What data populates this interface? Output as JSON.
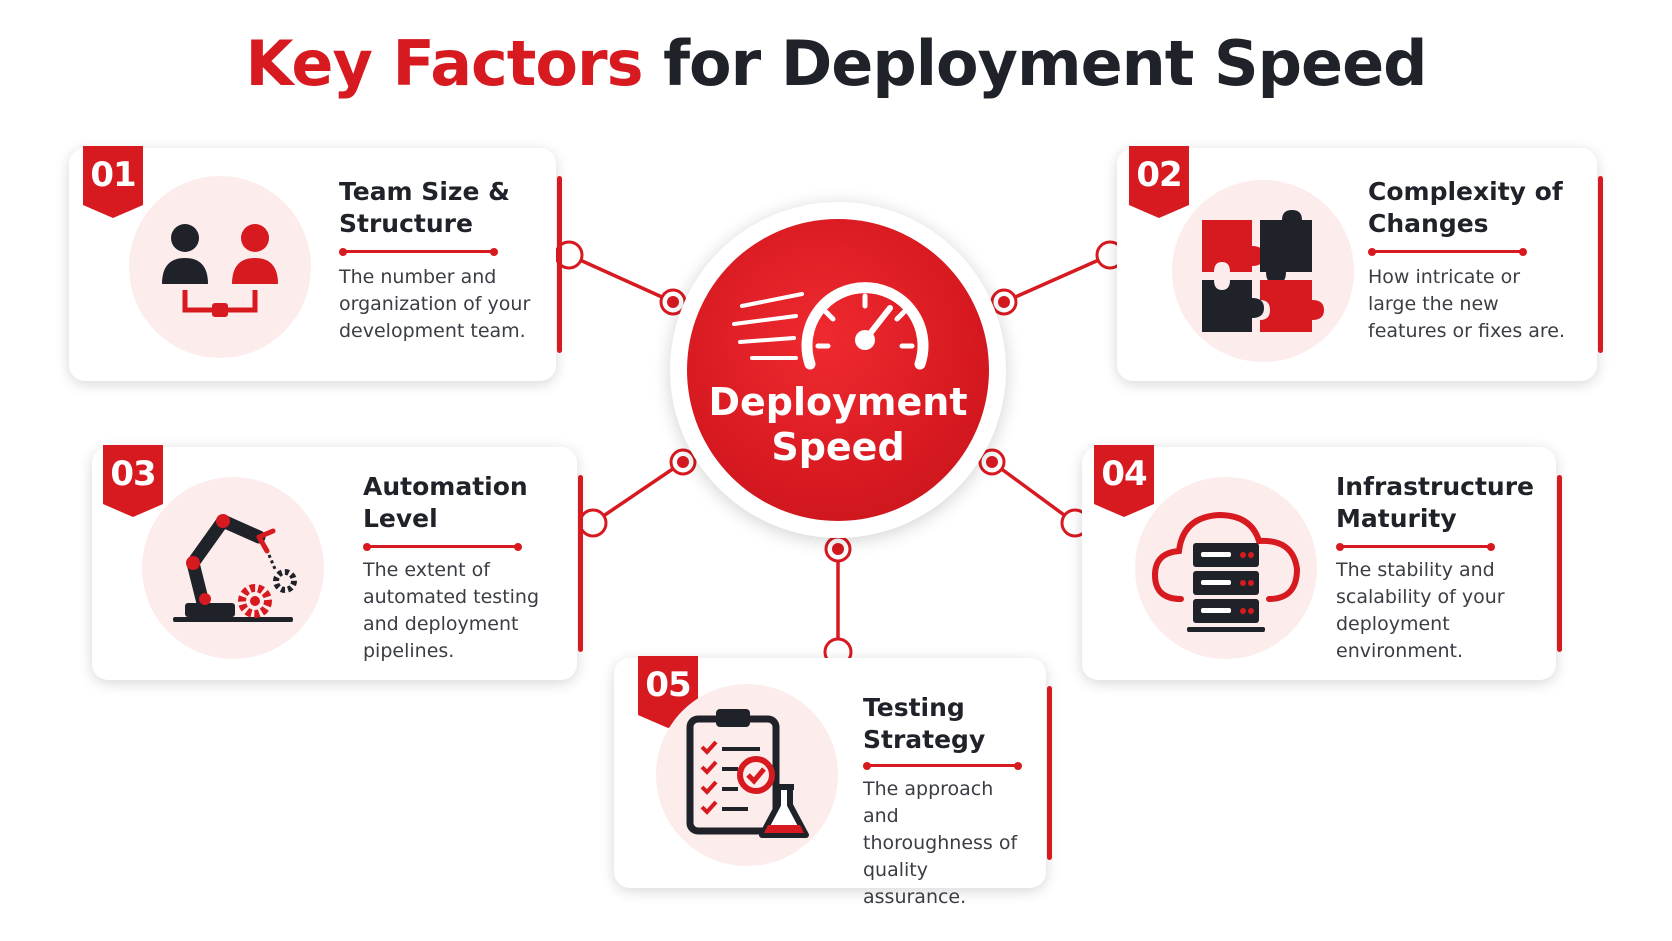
{
  "title": {
    "accent": "Key Factors",
    "rest": " for Deployment Speed"
  },
  "hub": {
    "label": "Deployment\nSpeed",
    "icon": "speedometer-icon"
  },
  "colors": {
    "accent": "#d71920",
    "dark": "#1f2229",
    "tint": "#fcecec"
  },
  "factors": [
    {
      "number": "01",
      "heading": "Team Size &\nStructure",
      "description": "The number and organization of your development team.",
      "icon": "team-icon"
    },
    {
      "number": "02",
      "heading": "Complexity of\nChanges",
      "description": "How intricate or large the new features or fixes are.",
      "icon": "puzzle-icon"
    },
    {
      "number": "03",
      "heading": "Automation\nLevel",
      "description": "The extent of automated testing and deployment pipelines.",
      "icon": "robot-arm-icon"
    },
    {
      "number": "04",
      "heading": "Infrastructure\nMaturity",
      "description": "The stability and scalability of your deployment environment.",
      "icon": "cloud-server-icon"
    },
    {
      "number": "05",
      "heading": "Testing\nStrategy",
      "description": "The approach and thoroughness of quality assurance.",
      "icon": "test-checklist-icon"
    }
  ]
}
